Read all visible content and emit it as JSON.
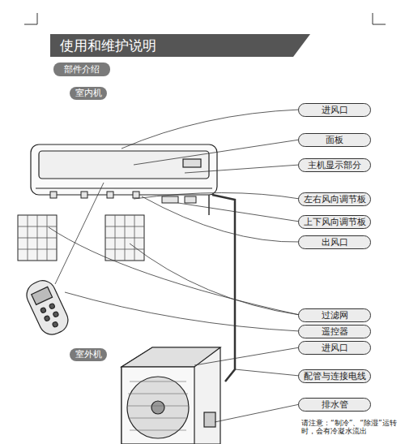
{
  "diagram": {
    "title": "使用和维护说明",
    "nodes": [
      {
        "text": [
          "部件介绍"
        ]
      },
      {
        "text": [
          "室内机"
        ]
      },
      {
        "text": [
          "进风口"
        ]
      },
      {
        "text": [
          "面板"
        ]
      },
      {
        "text": [
          "主机显示部分"
        ]
      },
      {
        "text": [
          "左右风向调节板"
        ]
      },
      {
        "text": [
          "上下风向调节板"
        ]
      },
      {
        "text": [
          "出风口"
        ]
      },
      {
        "text": [
          "过滤网"
        ]
      },
      {
        "text": [
          "遥控器"
        ]
      },
      {
        "text": [
          "进风口"
        ]
      },
      {
        "text": [
          "室外机"
        ]
      },
      {
        "text": [
          "配管与连接电线"
        ]
      },
      {
        "text": [
          "排水管"
        ]
      }
    ],
    "labels": [
      "请注意：“制冷”、“除湿”运转时，会有冷凝水流出"
    ]
  }
}
